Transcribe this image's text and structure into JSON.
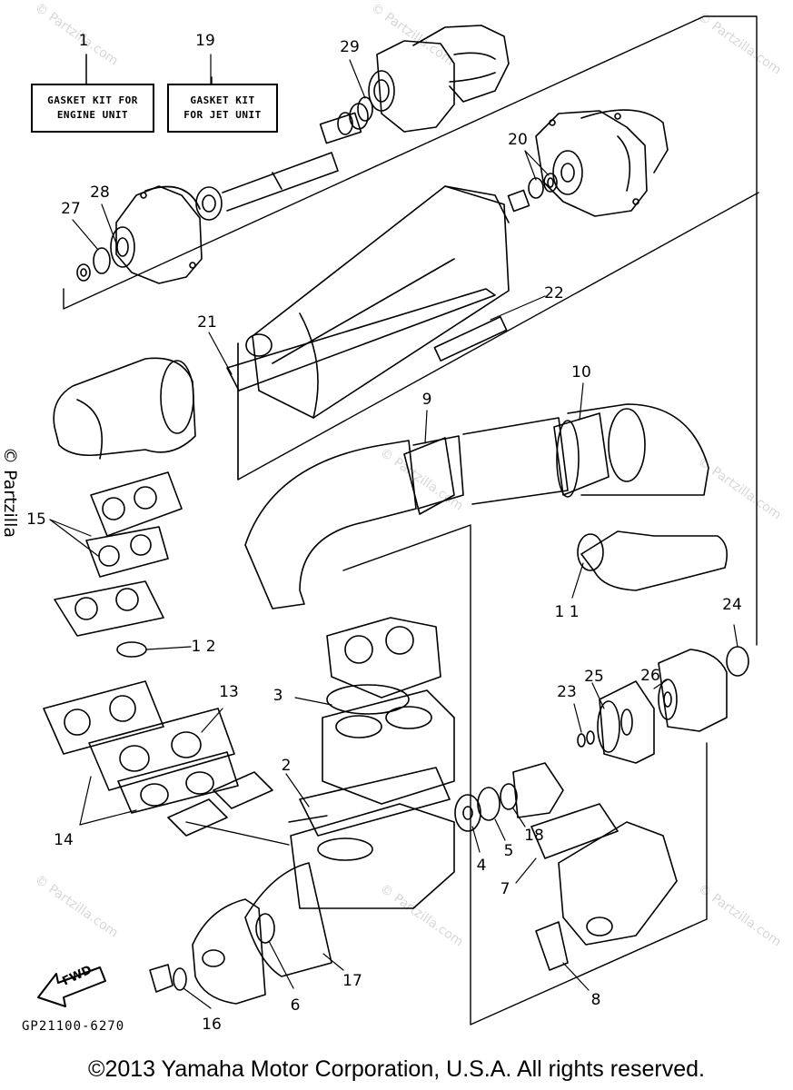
{
  "kit_boxes": {
    "engine": {
      "line1": "GASKET KIT FOR",
      "line2": "ENGINE UNIT"
    },
    "jet": {
      "line1": "GASKET KIT",
      "line2": "FOR JET UNIT"
    }
  },
  "part_numbers": {
    "p1": "1",
    "p19": "19",
    "p29": "29",
    "p20": "20",
    "p27": "27",
    "p28": "28",
    "p22": "22",
    "p21": "21",
    "p10": "10",
    "p9": "9",
    "p15": "15",
    "p11": "1 1",
    "p24": "24",
    "p12": "1 2",
    "p26": "26",
    "p25": "25",
    "p23": "23",
    "p13": "13",
    "p3": "3",
    "p2": "2",
    "p14": "14",
    "p4": "4",
    "p5": "5",
    "p18": "18",
    "p7": "7",
    "p6": "6",
    "p17": "17",
    "p16": "16",
    "p8": "8"
  },
  "fwd_label": "FWD",
  "diagram_code": "GP21100-6270",
  "side_watermark": "© Partzilla",
  "watermarks": [
    "© Partzilla.com",
    "© Partzilla.com",
    "© Partzilla.com",
    "© Partzilla.com",
    "© Partzilla.com",
    "© Partzilla.com",
    "© Partzilla.com",
    "© Partzilla.com"
  ],
  "copyright": "©2013 Yamaha Motor Corporation, U.S.A. All rights reserved."
}
